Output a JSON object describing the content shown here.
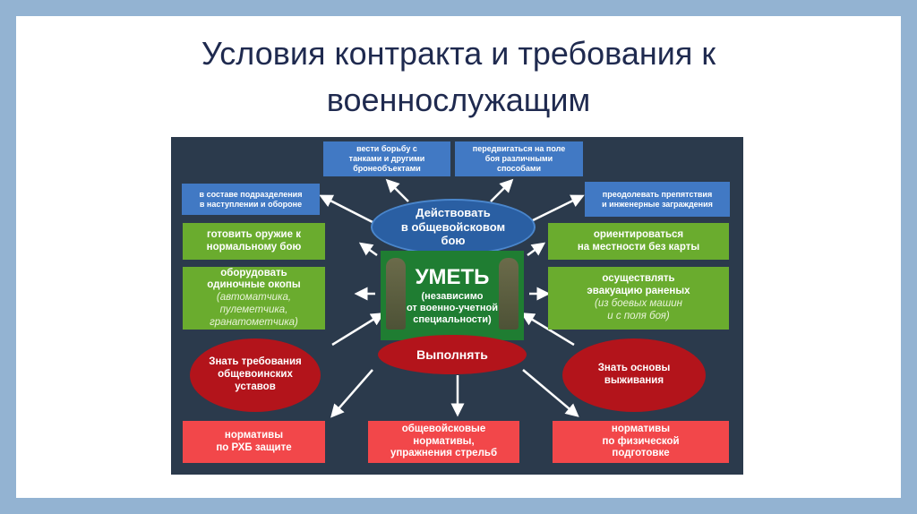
{
  "title": [
    "Условия контракта и требования к",
    "военнослужащим"
  ],
  "diagram": {
    "top_left": [
      "вести борьбу с",
      "танками и другими",
      "бронеобъектами"
    ],
    "top_right": [
      "передвигаться на поле",
      "боя различными",
      "способами"
    ],
    "blue_left": [
      "в составе подразделения",
      "в наступлении и обороне"
    ],
    "blue_right": [
      "преодолевать препятствия",
      "и инженерные заграждения"
    ],
    "act": [
      "Действовать",
      "в общевойсковом",
      "бою"
    ],
    "green_l1": [
      "готовить оружие к",
      "нормальному бою"
    ],
    "green_l2": [
      "оборудовать",
      "одиночные окопы",
      "(автоматчика, пулеметчика,",
      "гранатометчика)"
    ],
    "green_r1": [
      "ориентироваться",
      "на местности без карты"
    ],
    "green_r2": [
      "осуществлять",
      "эвакуацию раненых",
      "(из боевых машин",
      "и с поля боя)"
    ],
    "center": [
      "УМЕТЬ",
      "(независимо",
      "от военно-учетной",
      "специальности)"
    ],
    "perform": "Выполнять",
    "know_left": [
      "Знать требования",
      "общевоинских",
      "уставов"
    ],
    "know_right": [
      "Знать основы",
      "выживания"
    ],
    "red_1": [
      "нормативы",
      "по РХБ защите"
    ],
    "red_2": [
      "общевойсковые",
      "нормативы,",
      "упражнения стрельб"
    ],
    "red_3": [
      "нормативы",
      "по физической",
      "подготовке"
    ]
  }
}
